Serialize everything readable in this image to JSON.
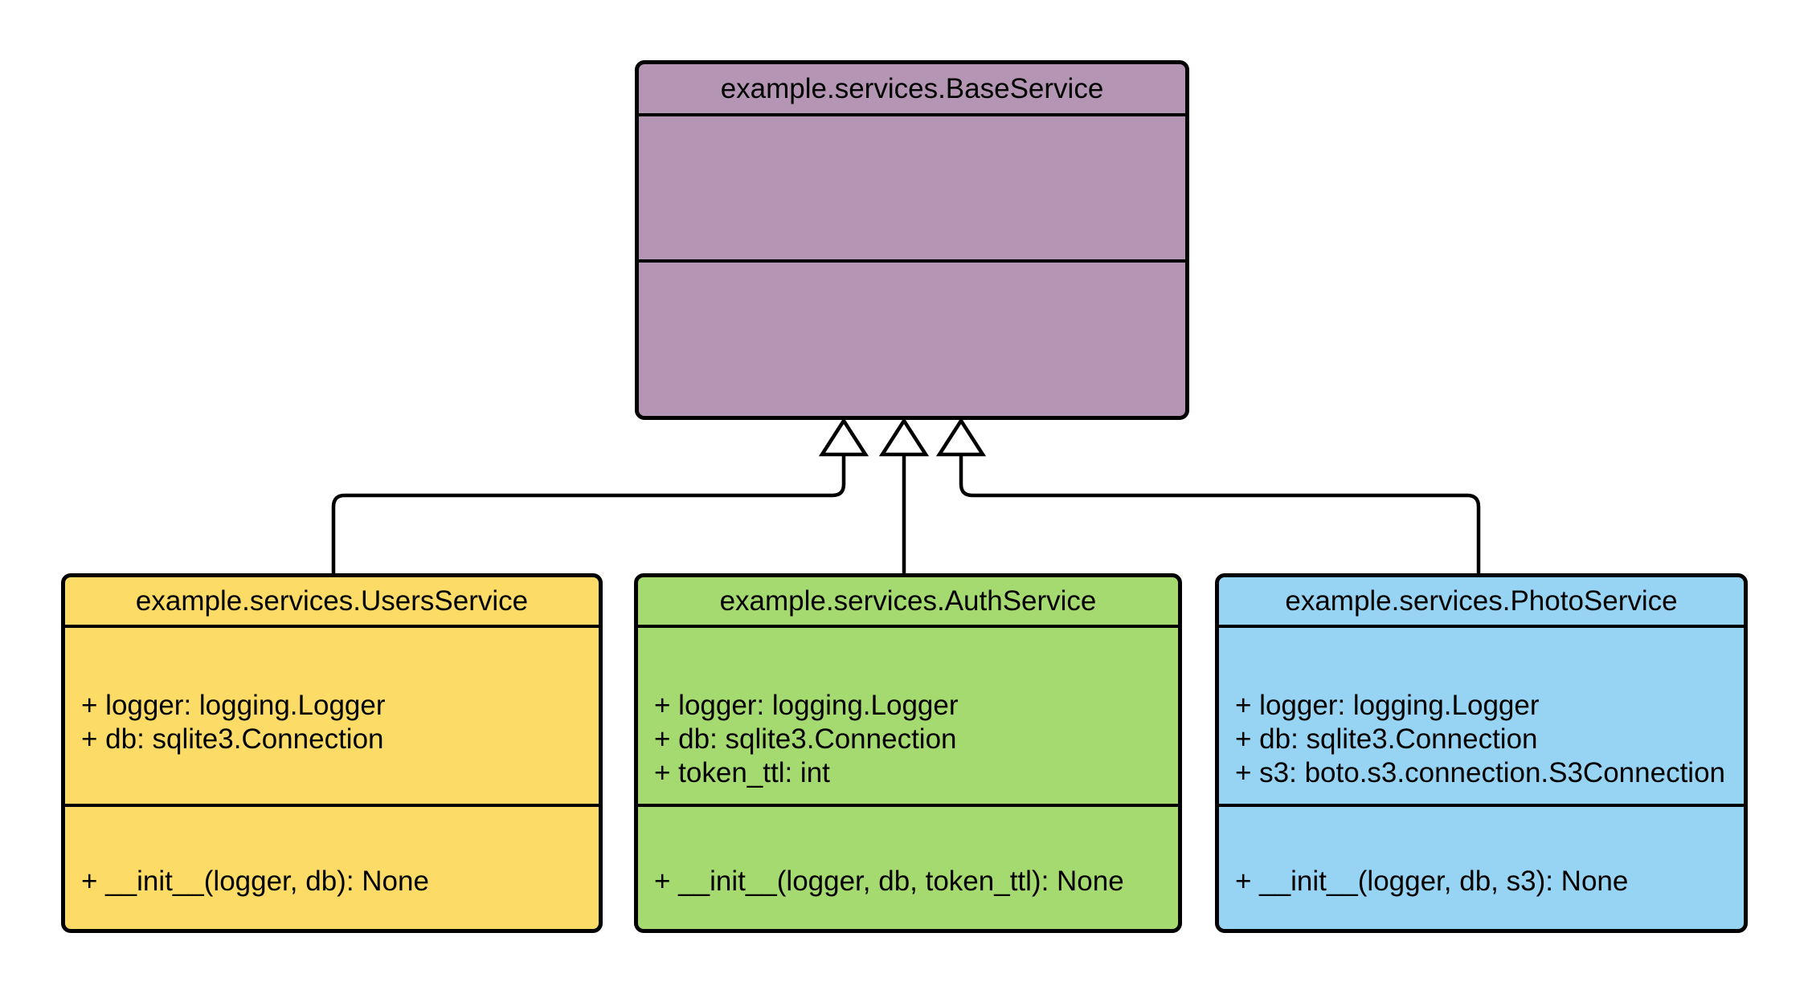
{
  "diagram": {
    "type": "uml-class-diagram",
    "background_color": "#ffffff",
    "border_color": "#000000",
    "classes": [
      {
        "id": "base",
        "name": "example.services.BaseService",
        "color": "#b496b4",
        "attributes": [],
        "methods": []
      },
      {
        "id": "users",
        "name": "example.services.UsersService",
        "color": "#fcdb66",
        "attributes": [
          "+ logger: logging.Logger",
          "+ db: sqlite3.Connection"
        ],
        "methods": [
          "+ __init__(logger, db): None"
        ]
      },
      {
        "id": "auth",
        "name": "example.services.AuthService",
        "color": "#a5da70",
        "attributes": [
          "+ logger: logging.Logger",
          "+ db: sqlite3.Connection",
          "+ token_ttl: int"
        ],
        "methods": [
          "+ __init__(logger, db, token_ttl): None"
        ]
      },
      {
        "id": "photo",
        "name": "example.services.PhotoService",
        "color": "#97d3f3",
        "attributes": [
          "+ logger: logging.Logger",
          "+ db: sqlite3.Connection",
          "+ s3: boto.s3.connection.S3Connection"
        ],
        "methods": [
          "+ __init__(logger, db, s3): None"
        ]
      }
    ],
    "relations": [
      {
        "from": "example.services.UsersService",
        "to": "example.services.BaseService",
        "type": "inheritance"
      },
      {
        "from": "example.services.AuthService",
        "to": "example.services.BaseService",
        "type": "inheritance"
      },
      {
        "from": "example.services.PhotoService",
        "to": "example.services.BaseService",
        "type": "inheritance"
      }
    ]
  }
}
